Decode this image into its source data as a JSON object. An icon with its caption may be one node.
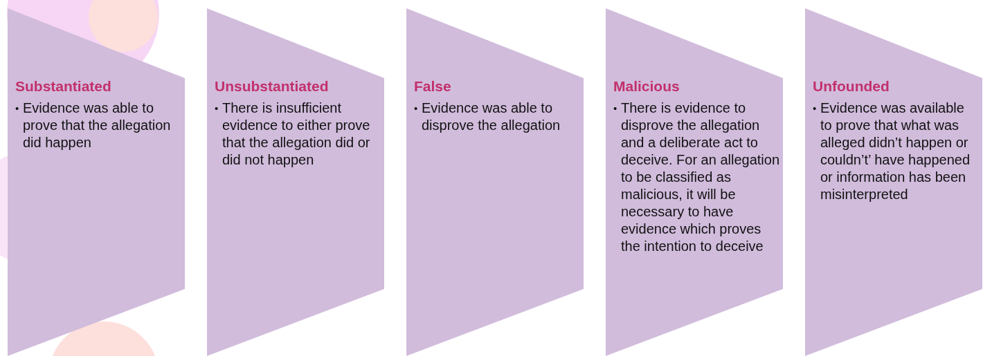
{
  "diagram": {
    "nodes": [
      {
        "text": [
          "Substantiated",
          "•",
          "Evidence was able to prove that the allegation did happen"
        ]
      },
      {
        "text": [
          "Unsubstantiated",
          "•",
          "There is insufficient evidence to either prove that the allegation did or did not happen"
        ]
      },
      {
        "text": [
          "False",
          "•",
          "Evidence was able to disprove the allegation"
        ]
      },
      {
        "text": [
          "Malicious",
          "•",
          "There is evidence to disprove the allegation and a deliberate act to deceive. For an allegation to be classified as malicious, it will be necessary to have evidence which proves the intention to deceive"
        ]
      },
      {
        "text": [
          "Unfounded",
          "•",
          "Evidence was available to prove that what was alleged didn’t happen or couldn’t’ have happened or information has been misinterpreted"
        ]
      }
    ]
  }
}
